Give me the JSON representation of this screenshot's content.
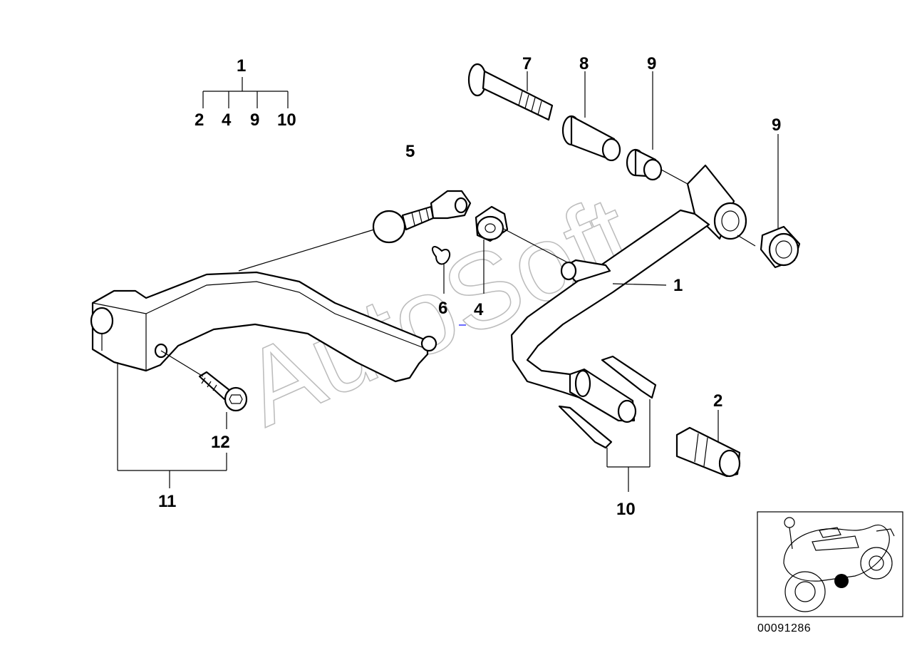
{
  "callouts": {
    "c1_top": "1",
    "c2_top": "2",
    "c4_top": "4",
    "c9_top": "9",
    "c10_top": "10",
    "c5": "5",
    "c6": "6",
    "c4": "4",
    "c7": "7",
    "c8": "8",
    "c9_a": "9",
    "c9_b": "9",
    "c1_right": "1",
    "c2_right": "2",
    "c10_bottom": "10",
    "c11": "11",
    "c12": "12"
  },
  "watermark": "AutoSoft",
  "diagram_id": "00091286",
  "icons": {
    "thumbnail": "motorcycle-icon",
    "marker": "location-dot-icon"
  }
}
